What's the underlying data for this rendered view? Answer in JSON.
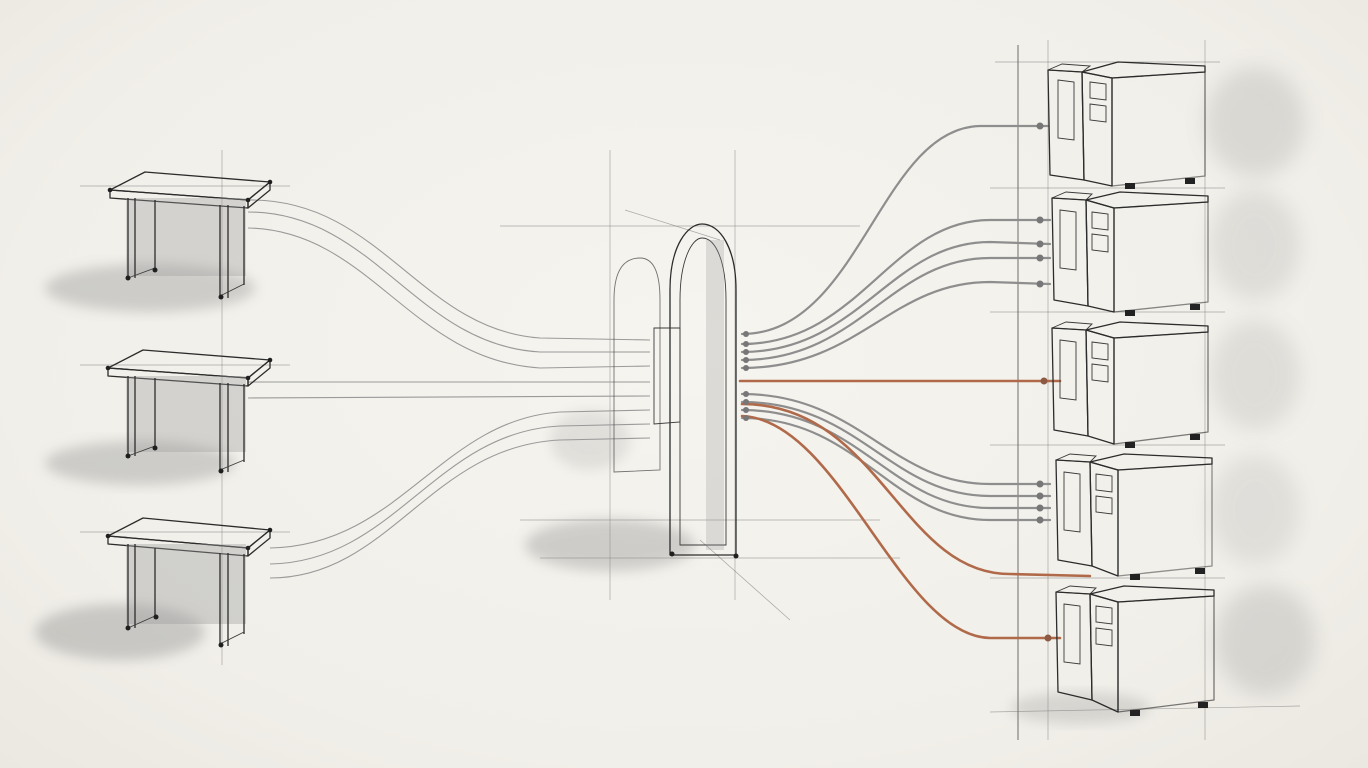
{
  "diagram": {
    "style": "watercolor-and-ink technical sketch",
    "palette": {
      "paper": "#f3f1ec",
      "ink": "#2c2c2c",
      "wash": "#8a8a8a",
      "cable_grey": "#8e8e8e",
      "cable_rust": "#b06a4a"
    },
    "nodes": {
      "workstations": [
        {
          "id": "desk-1",
          "icon": "desk-icon"
        },
        {
          "id": "desk-2",
          "icon": "desk-icon"
        },
        {
          "id": "desk-3",
          "icon": "desk-icon"
        }
      ],
      "gateway": {
        "id": "arch-gateway",
        "icon": "arch-gateway-icon"
      },
      "servers": [
        {
          "id": "server-1",
          "icon": "server-cabinet-icon",
          "inputs": 1
        },
        {
          "id": "server-2",
          "icon": "server-cabinet-icon",
          "inputs": 4
        },
        {
          "id": "server-3",
          "icon": "server-cabinet-icon",
          "inputs": 1
        },
        {
          "id": "server-4",
          "icon": "server-cabinet-icon",
          "inputs": 4
        },
        {
          "id": "server-5",
          "icon": "server-cabinet-icon",
          "inputs": 1
        }
      ]
    },
    "connections": [
      {
        "from": "desk-1",
        "to": "arch-gateway",
        "kind": "thin"
      },
      {
        "from": "desk-2",
        "to": "arch-gateway",
        "kind": "thin"
      },
      {
        "from": "desk-3",
        "to": "arch-gateway",
        "kind": "thin"
      },
      {
        "from": "arch-gateway",
        "to": "server-1",
        "kind": "grey"
      },
      {
        "from": "arch-gateway",
        "to": "server-2",
        "kind": "grey"
      },
      {
        "from": "arch-gateway",
        "to": "server-3",
        "kind": "rust"
      },
      {
        "from": "arch-gateway",
        "to": "server-4",
        "kind": "grey"
      },
      {
        "from": "arch-gateway",
        "to": "server-4",
        "kind": "rust"
      },
      {
        "from": "arch-gateway",
        "to": "server-5",
        "kind": "rust"
      }
    ]
  }
}
